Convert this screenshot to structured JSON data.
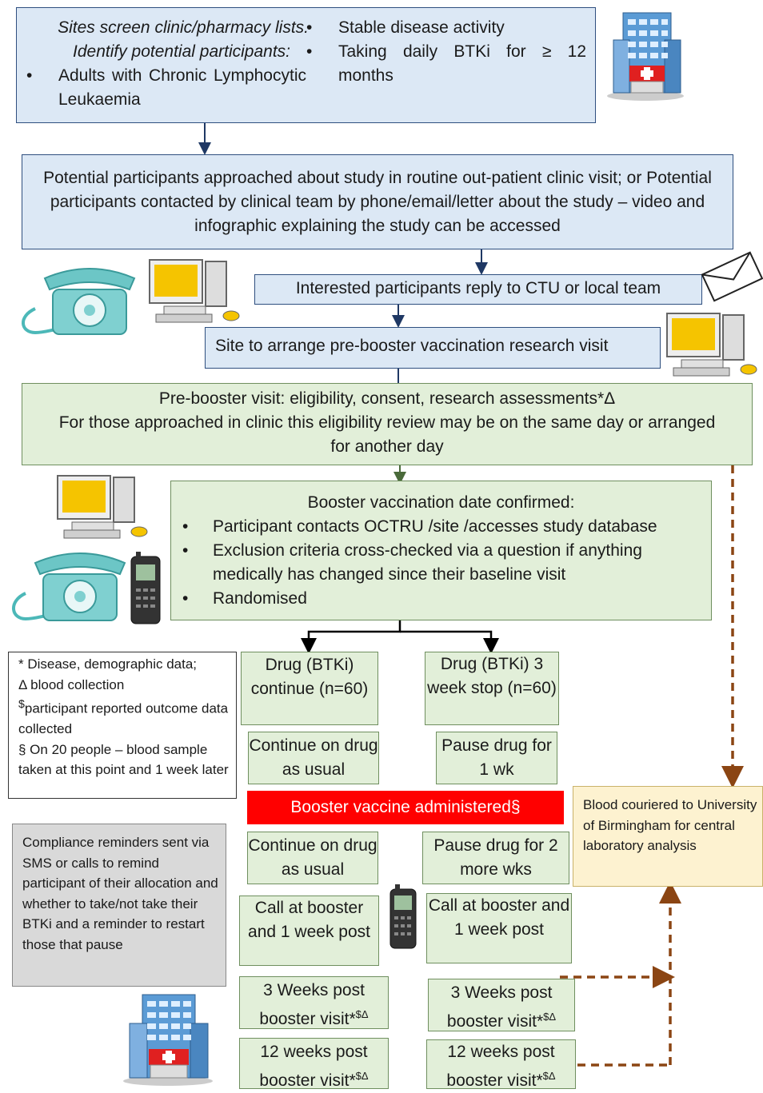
{
  "box1": {
    "line1": "Sites screen clinic/pharmacy lists.",
    "line2": "Identify potential participants:",
    "bullet1": "Adults with Chronic Lymphocytic Leukaemia",
    "bullet2": "Stable disease activity",
    "bullet3": "Taking daily BTKi for ≥ 12 months"
  },
  "box2": {
    "text": "Potential participants approached about study in routine out-patient clinic visit; or Potential participants contacted by clinical team by phone/email/letter about the study – video and infographic explaining the study can be accessed"
  },
  "box3": {
    "text": "Interested participants reply to CTU or local team"
  },
  "box4": {
    "text": "Site to arrange pre-booster vaccination research visit"
  },
  "box5": {
    "line1": "Pre-booster visit: eligibility, consent, research assessments*Δ",
    "line2": "For those approached in clinic this eligibility review may be on the same day or arranged for another day"
  },
  "box6": {
    "title": "Booster vaccination date confirmed:",
    "bullets": [
      "Participant contacts OCTRU /site /accesses study database",
      "Exclusion criteria cross-checked via a question if anything medically has changed since their baseline visit",
      "Randomised"
    ]
  },
  "legend": {
    "l1": "* Disease, demographic data;",
    "l2": "Δ blood collection",
    "l3_sup": "$",
    "l3": "participant reported outcome data collected",
    "l4": "§ On 20 people – blood sample taken at this point and 1 week later"
  },
  "compliance": {
    "text": "Compliance reminders sent via SMS or calls to remind participant of their allocation and whether to take/not take their BTKi and a reminder to restart those that pause"
  },
  "arm_left": {
    "head": "Drug (BTKi) continue (n=60)",
    "step1": "Continue on drug as usual",
    "step2": "Continue on drug as usual",
    "call": "Call at booster and 1 week post",
    "v3": "3 Weeks post booster visit*",
    "v3_sup": "$Δ",
    "v12": "12 weeks post booster visit*",
    "v12_sup": "$Δ"
  },
  "arm_right": {
    "head": "Drug (BTKi) 3 week stop (n=60)",
    "step1": "Pause drug for 1 wk",
    "step2": "Pause drug for 2 more wks",
    "call": "Call at booster and 1 week post",
    "v3": "3 Weeks post booster visit*",
    "v3_sup": "$Δ",
    "v12": "12 weeks post booster visit*",
    "v12_sup": "$Δ"
  },
  "booster": {
    "text": "Booster vaccine administered§"
  },
  "blood": {
    "text": "Blood couriered to University of Birmingham for central laboratory analysis"
  },
  "colors": {
    "blue_fill": "#dce8f5",
    "green_fill": "#e2efd9",
    "red": "#ff0000",
    "arrow_brown": "#8b4513"
  }
}
